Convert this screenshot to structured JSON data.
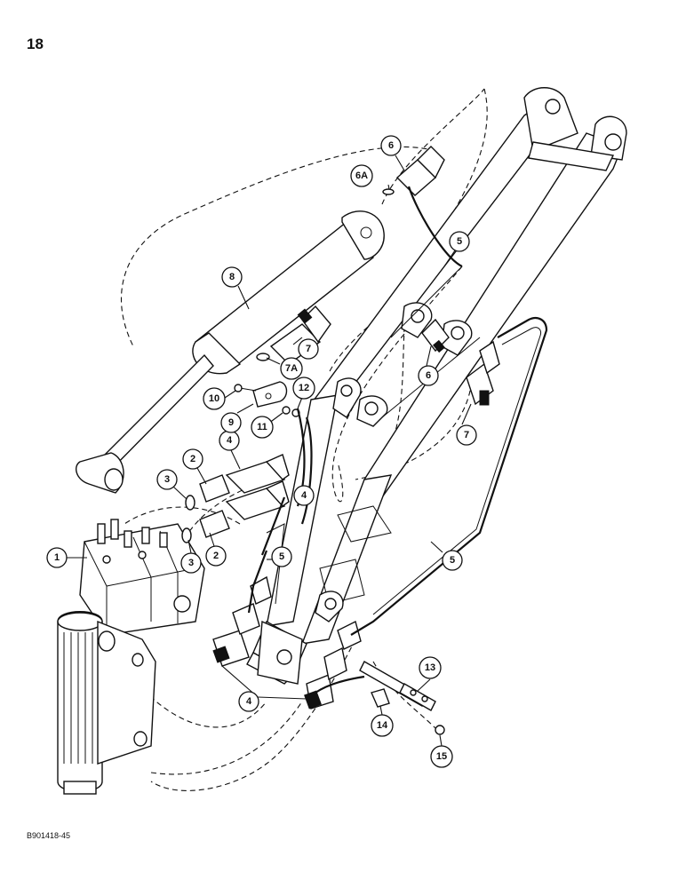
{
  "page": {
    "number": "18",
    "figure_code": "B901418-45"
  },
  "callouts": [
    {
      "id": "c1",
      "label": "1"
    },
    {
      "id": "c2a",
      "label": "2"
    },
    {
      "id": "c2b",
      "label": "2"
    },
    {
      "id": "c3a",
      "label": "3"
    },
    {
      "id": "c3b",
      "label": "3"
    },
    {
      "id": "c4a",
      "label": "4"
    },
    {
      "id": "c4b",
      "label": "4"
    },
    {
      "id": "c4c",
      "label": "4"
    },
    {
      "id": "c5a",
      "label": "5"
    },
    {
      "id": "c5b",
      "label": "5"
    },
    {
      "id": "c5c",
      "label": "5"
    },
    {
      "id": "c6a",
      "label": "6"
    },
    {
      "id": "c6b",
      "label": "6"
    },
    {
      "id": "c6A",
      "label": "6A"
    },
    {
      "id": "c7a",
      "label": "7"
    },
    {
      "id": "c7b",
      "label": "7"
    },
    {
      "id": "c7A",
      "label": "7A"
    },
    {
      "id": "c8",
      "label": "8"
    },
    {
      "id": "c9",
      "label": "9"
    },
    {
      "id": "c10",
      "label": "10"
    },
    {
      "id": "c11",
      "label": "11"
    },
    {
      "id": "c12",
      "label": "12"
    },
    {
      "id": "c13",
      "label": "13"
    },
    {
      "id": "c14",
      "label": "14"
    },
    {
      "id": "c15",
      "label": "15"
    }
  ]
}
